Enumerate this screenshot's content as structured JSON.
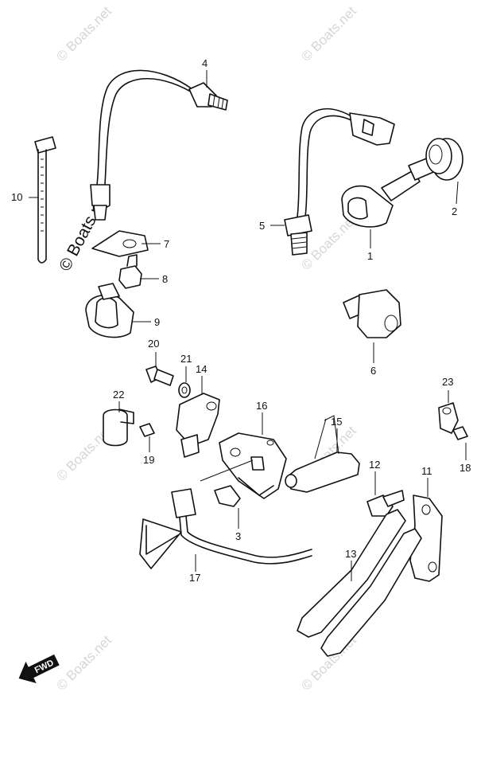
{
  "watermark": {
    "text": "© Boats.net"
  },
  "fwd_label": "FWD",
  "callouts": [
    "1",
    "2",
    "3",
    "4",
    "5",
    "6",
    "7",
    "8",
    "9",
    "10",
    "11",
    "12",
    "13",
    "14",
    "15",
    "16",
    "17",
    "18",
    "19",
    "20",
    "21",
    "22",
    "23"
  ]
}
